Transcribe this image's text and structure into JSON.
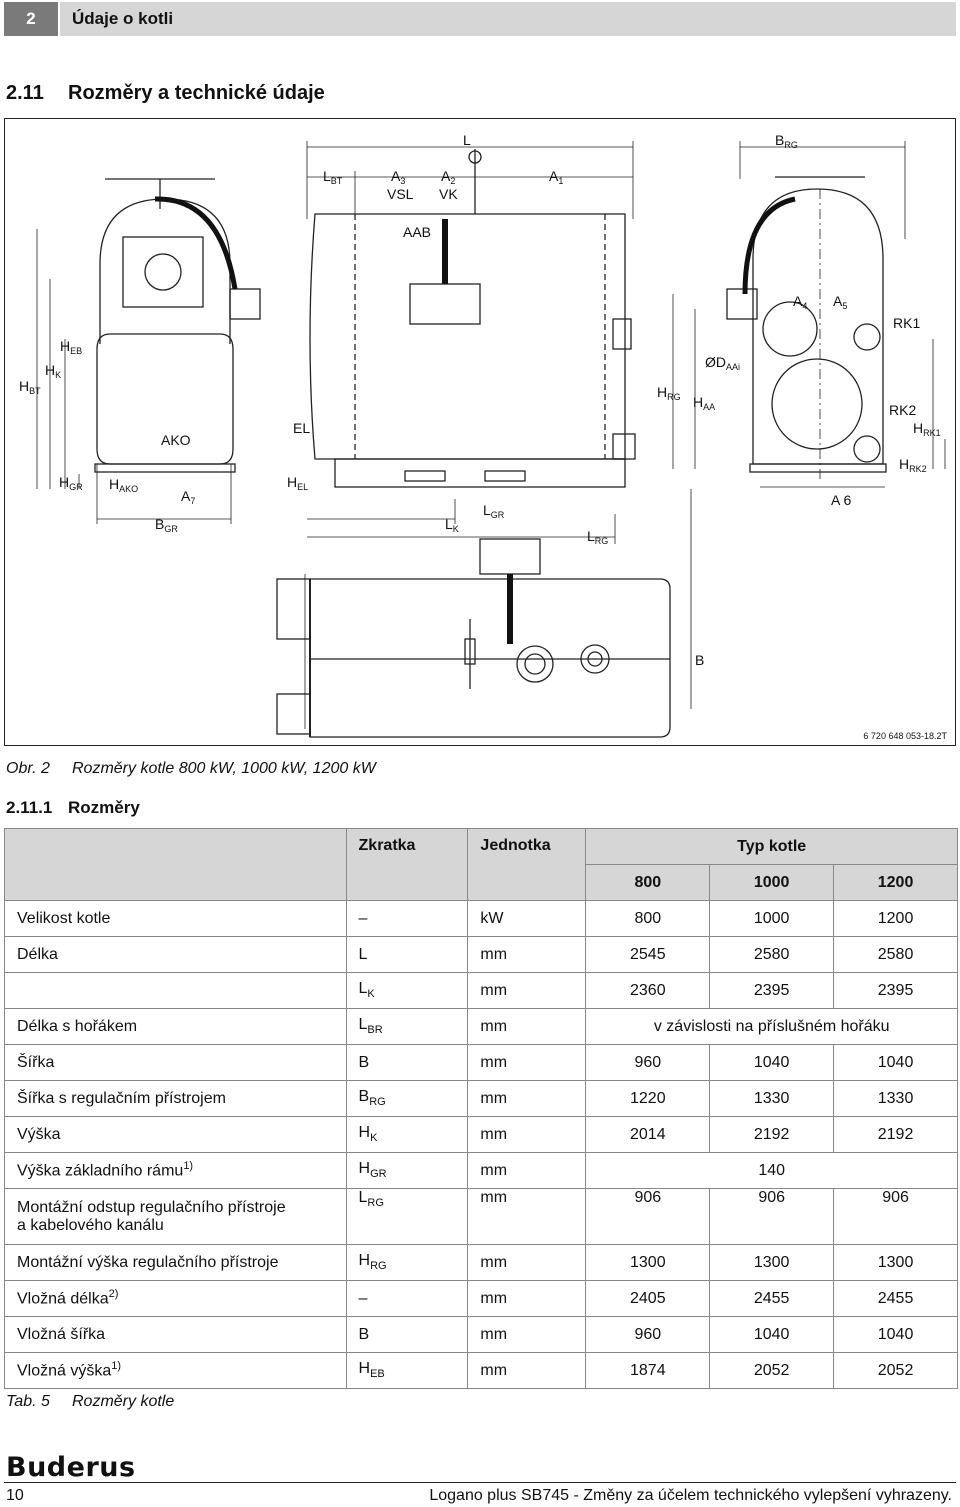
{
  "header": {
    "number": "2",
    "title": "Údaje o kotli"
  },
  "section": {
    "number": "2.11",
    "title": "Rozměry a technické údaje"
  },
  "drawing": {
    "labels": {
      "L": "L",
      "LBT": "L",
      "LBT_sub": "BT",
      "BRG": "B",
      "BRG_sub": "RG",
      "A3": "A",
      "A3_sub": "3",
      "A2": "A",
      "A2_sub": "2",
      "A1": "A",
      "A1_sub": "1",
      "VSL": "VSL",
      "VK": "VK",
      "AAB": "AAB",
      "A4": "A",
      "A4_sub": "4",
      "A5": "A",
      "A5_sub": "5",
      "RK1": "RK1",
      "HEB": "H",
      "HEB_sub": "EB",
      "HK": "H",
      "HK_sub": "K",
      "HBT": "H",
      "HBT_sub": "BT",
      "DAAI": "ØD",
      "DAAI_sub": "AAi",
      "HRG": "H",
      "HRG_sub": "RG",
      "HAA": "H",
      "HAA_sub": "AA",
      "RK2": "RK2",
      "HRK1": "H",
      "HRK1_sub": "RK1",
      "AKO": "AKO",
      "EL": "EL",
      "HGR": "H",
      "HGR_sub": "GR",
      "HAKO": "H",
      "HAKO_sub": "AKO",
      "HEL": "H",
      "HEL_sub": "EL",
      "HRK2": "H",
      "HRK2_sub": "RK2",
      "A7": "A",
      "A7_sub": "7",
      "A6": "A 6",
      "LGR": "L",
      "LGR_sub": "GR",
      "BGR": "B",
      "BGR_sub": "GR",
      "LK": "L",
      "LK_sub": "K",
      "LRG": "L",
      "LRG_sub": "RG",
      "B": "B"
    },
    "figure_ref": "6 720 648 053-18.2T"
  },
  "figure_caption": {
    "label": "Obr. 2",
    "text": "Rozměry kotle 800 kW, 1000 kW, 1200 kW"
  },
  "subsection": {
    "number": "2.11.1",
    "title": "Rozměry"
  },
  "table": {
    "headers": {
      "abbr": "Zkratka",
      "unit": "Jednotka",
      "type": "Typ kotle",
      "types": [
        "800",
        "1000",
        "1200"
      ]
    },
    "rows": [
      {
        "name": "Velikost kotle",
        "abbr": "–",
        "abbr_sub": "",
        "unit": "kW",
        "values": [
          "800",
          "1000",
          "1200"
        ]
      },
      {
        "name": "Délka",
        "abbr": "L",
        "abbr_sub": "",
        "unit": "mm",
        "values": [
          "2545",
          "2580",
          "2580"
        ]
      },
      {
        "name": "",
        "abbr": "L",
        "abbr_sub": "K",
        "unit": "mm",
        "values": [
          "2360",
          "2395",
          "2395"
        ]
      },
      {
        "name": "Délka s hořákem",
        "abbr": "L",
        "abbr_sub": "BR",
        "unit": "mm",
        "span": "v závislosti na příslušném hořáku"
      },
      {
        "name": "Šířka",
        "abbr": "B",
        "abbr_sub": "",
        "unit": "mm",
        "values": [
          "960",
          "1040",
          "1040"
        ]
      },
      {
        "name": "Šířka s regulačním přístrojem",
        "abbr": "B",
        "abbr_sub": "RG",
        "unit": "mm",
        "values": [
          "1220",
          "1330",
          "1330"
        ]
      },
      {
        "name": "Výška",
        "abbr": "H",
        "abbr_sub": "K",
        "unit": "mm",
        "values": [
          "2014",
          "2192",
          "2192"
        ]
      },
      {
        "name": "Výška základního rámu",
        "name_sup": "1)",
        "abbr": "H",
        "abbr_sub": "GR",
        "unit": "mm",
        "span": "140"
      },
      {
        "name": "Montážní odstup regulačního přístroje",
        "name2": "a kabelového kanálu",
        "abbr": "L",
        "abbr_sub": "RG",
        "unit": "mm",
        "values": [
          "906",
          "906",
          "906"
        ]
      },
      {
        "name": "Montážní výška regulačního přístroje",
        "abbr": "H",
        "abbr_sub": "RG",
        "unit": "mm",
        "values": [
          "1300",
          "1300",
          "1300"
        ]
      },
      {
        "name": "Vložná délka",
        "name_sup": "2)",
        "abbr": "–",
        "abbr_sub": "",
        "unit": "mm",
        "values": [
          "2405",
          "2455",
          "2455"
        ]
      },
      {
        "name": "Vložná šířka",
        "abbr": "B",
        "abbr_sub": "",
        "unit": "mm",
        "values": [
          "960",
          "1040",
          "1040"
        ]
      },
      {
        "name": "Vložná výška",
        "name_sup": "1)",
        "abbr": "H",
        "abbr_sub": "EB",
        "unit": "mm",
        "values": [
          "1874",
          "2052",
          "2052"
        ]
      }
    ]
  },
  "table_caption": {
    "label": "Tab. 5",
    "text": "Rozměry kotle"
  },
  "footer": {
    "logo": "Buderus",
    "page": "10",
    "doc_title": "Logano plus SB745 - Změny za účelem technického vylepšení vyhrazeny."
  }
}
